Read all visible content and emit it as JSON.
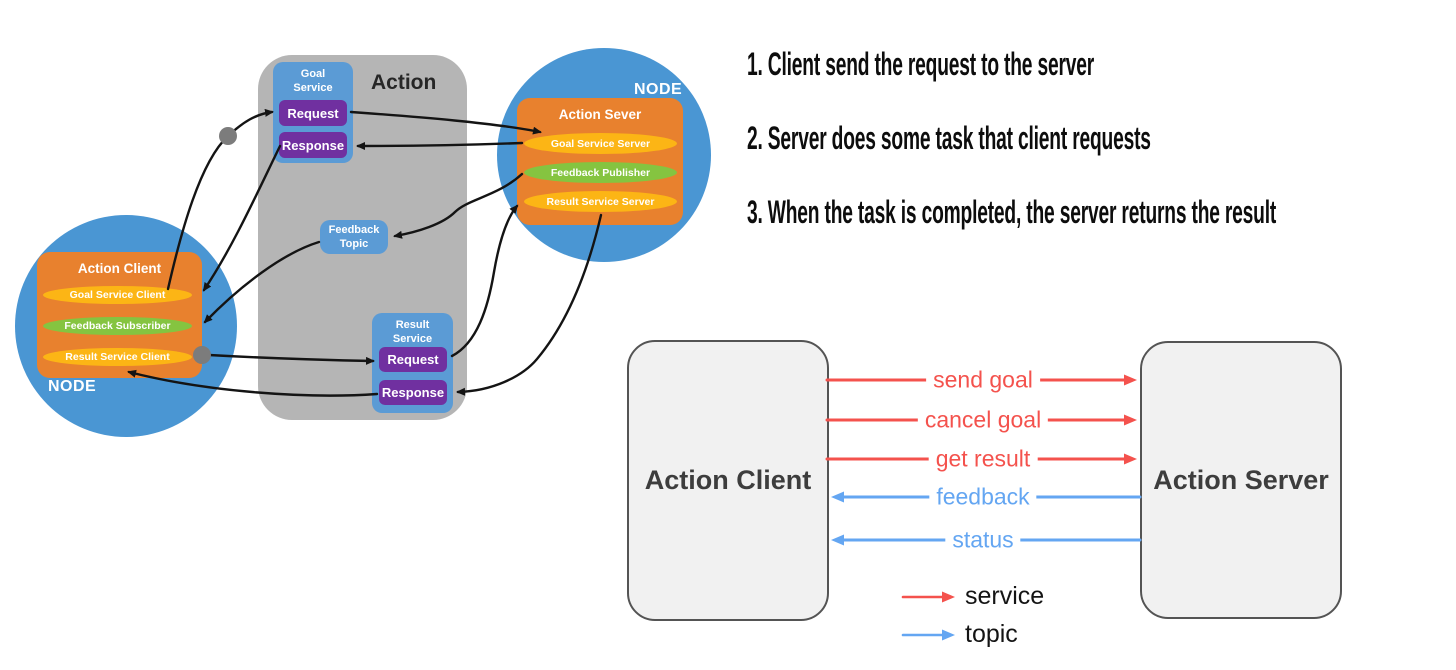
{
  "steps": [
    "1. Client send the request to the server",
    "2. Server does some task that client requests",
    "3. When the task is completed, the server returns the result"
  ],
  "left_diagram": {
    "action_panel_label": "Action",
    "client_node": {
      "node_label": "NODE",
      "box_title": "Action Client",
      "pills": [
        {
          "label": "Goal Service Client"
        },
        {
          "label": "Feedback Subscriber"
        },
        {
          "label": "Result Service Client"
        }
      ]
    },
    "server_node": {
      "node_label": "NODE",
      "box_title": "Action Sever",
      "pills": [
        {
          "label": "Goal Service Server"
        },
        {
          "label": "Feedback Publisher"
        },
        {
          "label": "Result Service Server"
        }
      ]
    },
    "goal_service": {
      "title": "Goal\nService",
      "request_label": "Request",
      "response_label": "Response"
    },
    "feedback_topic": {
      "title": "Feedback\nTopic"
    },
    "result_service": {
      "title": "Result\nService",
      "request_label": "Request",
      "response_label": "Response"
    }
  },
  "interface_diagram": {
    "client_label": "Action Client",
    "server_label": "Action Server",
    "service_arrows": [
      {
        "label": "send goal"
      },
      {
        "label": "cancel goal"
      },
      {
        "label": "get result"
      }
    ],
    "topic_arrows": [
      {
        "label": "feedback"
      },
      {
        "label": "status"
      }
    ],
    "legend": {
      "service_label": "service",
      "topic_label": "topic"
    }
  },
  "colors": {
    "node_circle_blue": "#4a96d3",
    "action_box_orange": "#e8812e",
    "service_pill_yellow": "#fcb515",
    "topic_pill_green": "#85c440",
    "request_response_purple": "#7030a0",
    "service_box_blue": "#5b9bd5",
    "action_panel_gray": "#b5b5b5",
    "junction_dot_gray": "#7c7c7c",
    "service_arrow_red": "#f4524d",
    "topic_arrow_blue": "#64a6f2"
  }
}
